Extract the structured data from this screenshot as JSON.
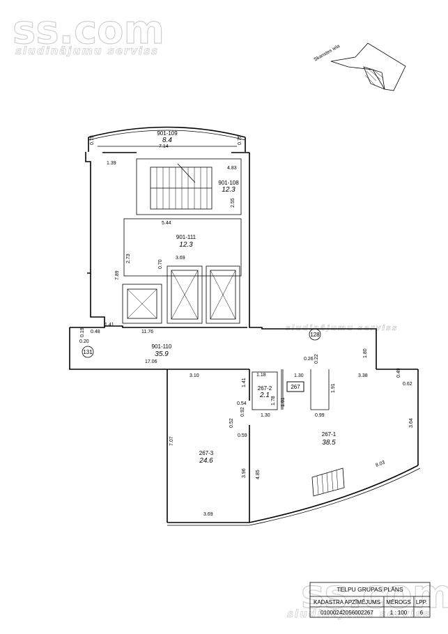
{
  "watermark": {
    "brand": "ss.com",
    "tagline": "sludinājumu serviss"
  },
  "street_label": "Skanstes iela",
  "rooms": [
    {
      "id": "901-109",
      "area": "8.4"
    },
    {
      "id": "901-108",
      "area": "12.3"
    },
    {
      "id": "901-111",
      "area": "12.3"
    },
    {
      "id": "901-110",
      "area": "35.9"
    },
    {
      "id": "267-2",
      "area": "2.1"
    },
    {
      "id": "267-3",
      "area": "24.6"
    },
    {
      "id": "267-1",
      "area": "38.5"
    }
  ],
  "unit_number": "267",
  "circle_markers": [
    "131",
    "128"
  ],
  "dimensions": [
    "0.75",
    "7.14",
    "0.75",
    "1.39",
    "4.83",
    "2.55",
    "5.44",
    "2.73",
    "0.70",
    "3.69",
    "7.89",
    "11.76",
    "1.41",
    "0.48",
    "0.19",
    "0.20",
    "17.06",
    "0.26",
    "0.22",
    "1.80",
    "1.18",
    "1.30",
    "3.10",
    "3.38",
    "0.49",
    "0.62",
    "1.41",
    "1.78",
    "1.91",
    "1.91",
    "0.54",
    "0.92",
    "1.30",
    "0.99",
    "0.52",
    "0.59",
    "7.07",
    "3.64",
    "3.96",
    "4.85",
    "8.03",
    "3.69"
  ],
  "title_block": {
    "title": "TELPU GRUPAS PLĀNS",
    "headers": [
      "KADASTRA APZĪMĒJUMS",
      "MĒROGS",
      "LPP."
    ],
    "values": [
      "01000242056002267",
      "1 : 100",
      "6"
    ]
  }
}
